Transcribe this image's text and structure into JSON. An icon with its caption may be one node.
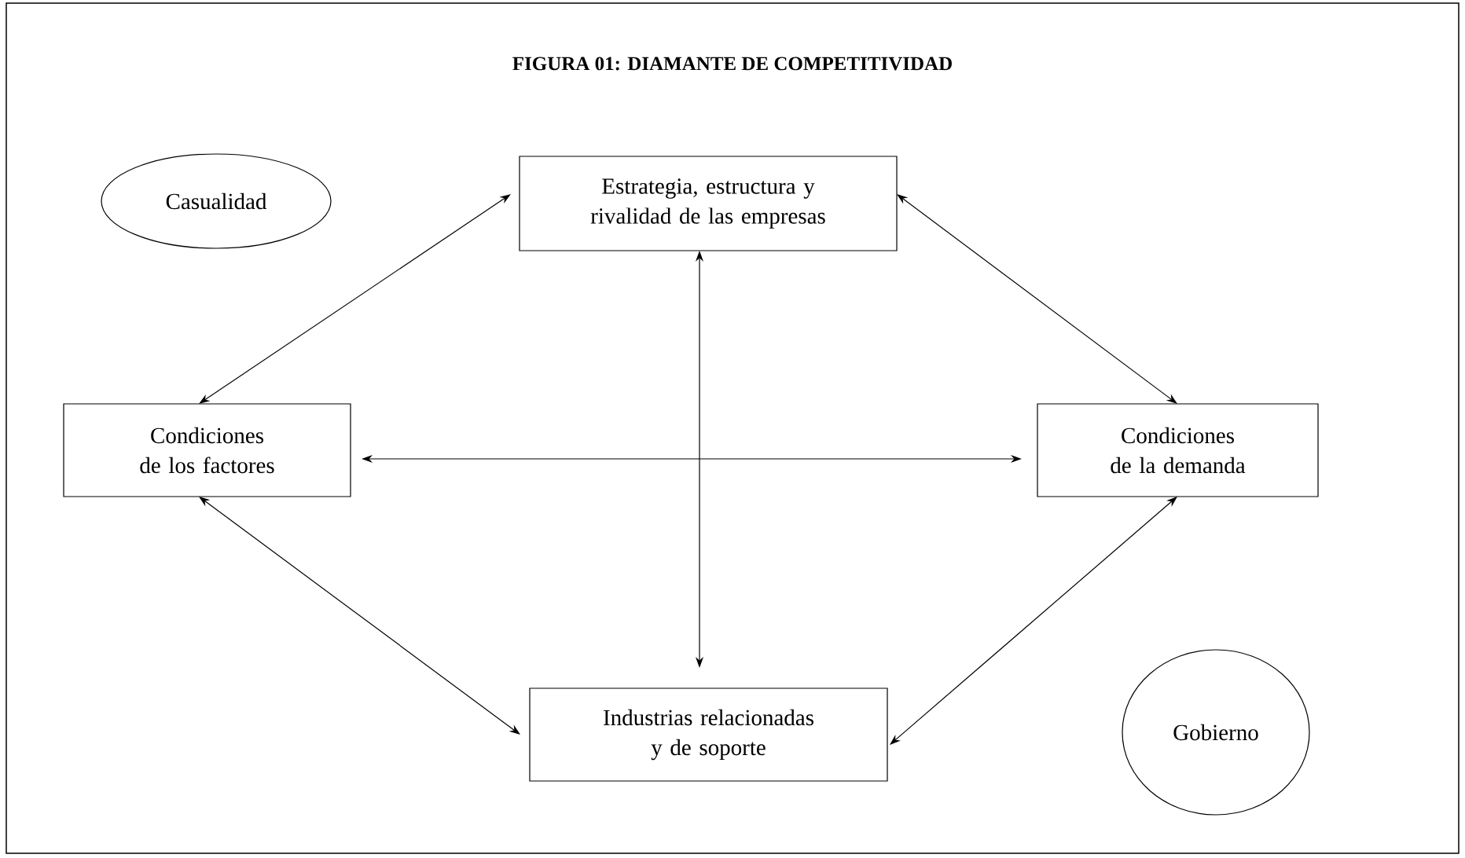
{
  "diagram": {
    "title": "FIGURA 01: DIAMANTE DE COMPETITIVIDAD",
    "nodes": [
      {
        "text": [
          "Casualidad"
        ]
      },
      {
        "text": [
          "Estrategia, estructura y rivalidad de las empresas"
        ]
      },
      {
        "text": [
          "Condiciones de los factores"
        ]
      },
      {
        "text": [
          "Condiciones de la demanda"
        ]
      },
      {
        "text": [
          "Industrias relacionadas y de soporte"
        ]
      },
      {
        "text": [
          "Gobierno"
        ]
      }
    ],
    "edges": [
      {
        "from": 1,
        "to": 2,
        "arrow": "both"
      },
      {
        "from": 1,
        "to": 3,
        "arrow": "both"
      },
      {
        "from": 1,
        "to": 4,
        "arrow": "both"
      },
      {
        "from": 2,
        "to": 3,
        "arrow": "both"
      },
      {
        "from": 2,
        "to": 4,
        "arrow": "both"
      },
      {
        "from": 3,
        "to": 4,
        "arrow": "both"
      }
    ]
  }
}
